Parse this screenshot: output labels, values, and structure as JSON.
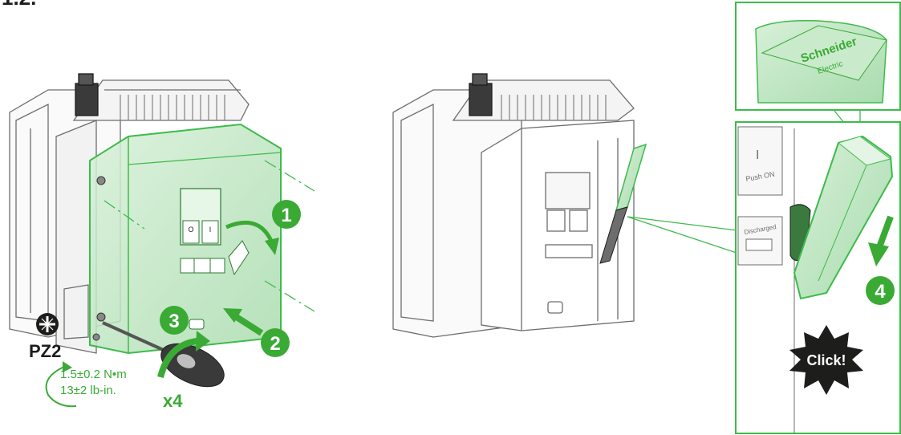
{
  "page_heading": "1.2.",
  "steps": [
    "1",
    "2",
    "3",
    "4"
  ],
  "tool": {
    "bit": "PZ2",
    "repeat": "x4"
  },
  "torque": {
    "metric": "1.5±0.2 N•m",
    "imperial": "13±2 lb-in."
  },
  "device_labels": {
    "on_button": "Push ON",
    "discharged": "Discharged",
    "off_button": "O",
    "on_symbol": "I"
  },
  "brand": {
    "name_line1": "Schneider",
    "name_line2": "Electric"
  },
  "click_label": "Click!",
  "colors": {
    "green_fill": "#bfe6c2",
    "green_stroke": "#3dbb4b",
    "step_circle": "#3aaa35",
    "outline": "#6d6d6d",
    "dark": "#1d1d1b"
  }
}
